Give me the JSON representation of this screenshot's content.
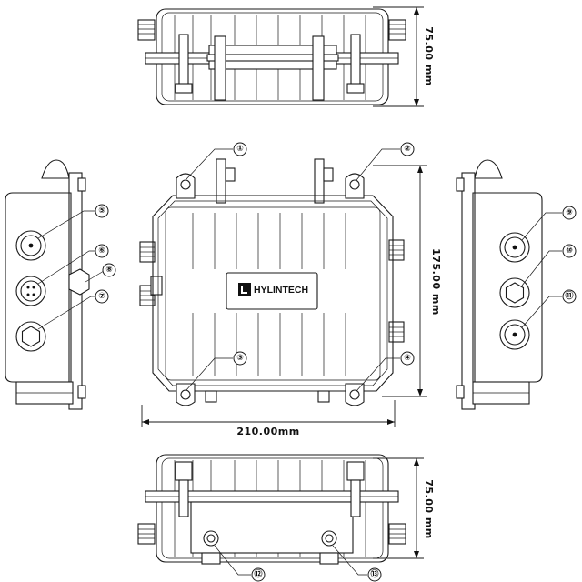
{
  "brand": {
    "name": "HYLINTECH"
  },
  "dimensions": {
    "width": "210.00mm",
    "height": "175.00 mm",
    "depth_top": "75.00 mm",
    "depth_bottom": "75.00 mm"
  },
  "callouts": [
    {
      "id": "1",
      "label": "①"
    },
    {
      "id": "2",
      "label": "②"
    },
    {
      "id": "3",
      "label": "③"
    },
    {
      "id": "4",
      "label": "④"
    },
    {
      "id": "5",
      "label": "⑤"
    },
    {
      "id": "6",
      "label": "⑥"
    },
    {
      "id": "7",
      "label": "⑦"
    },
    {
      "id": "8",
      "label": "⑧"
    },
    {
      "id": "9",
      "label": "⑨"
    },
    {
      "id": "10",
      "label": "⑩"
    },
    {
      "id": "11",
      "label": "⑪"
    },
    {
      "id": "12",
      "label": "⑫"
    },
    {
      "id": "13",
      "label": "⑬"
    }
  ],
  "colors": {
    "line": "#1a1a1a",
    "background": "#ffffff"
  }
}
